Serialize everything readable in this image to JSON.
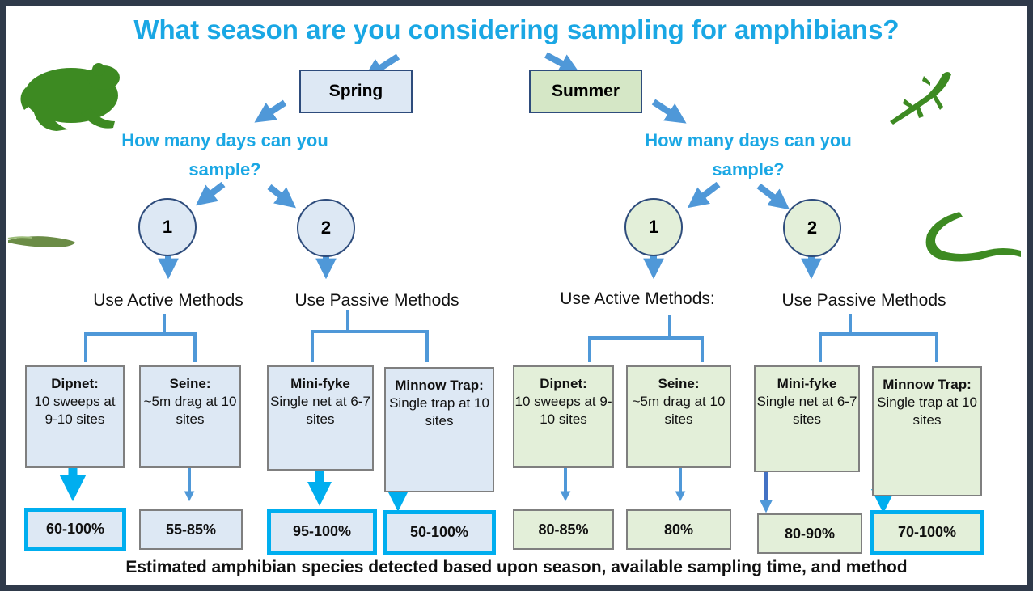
{
  "title": "What season are you considering sampling for amphibians?",
  "colors": {
    "accent": "#1aa7e4",
    "spring_fill": "#dde8f4",
    "summer_fill": "#d5e7c6",
    "highlight_border": "#00aeef",
    "connector": "#4f98d8",
    "animal": "#3d8a22"
  },
  "spring": {
    "label": "Spring",
    "question": "How many days can you sample?",
    "day1": {
      "label": "1",
      "methods_heading": "Use Active Methods"
    },
    "day2": {
      "label": "2",
      "methods_heading": "Use Passive Methods"
    },
    "methods": [
      {
        "name": "Dipnet:",
        "desc": "10 sweeps at 9-10 sites",
        "result": "60-100%",
        "highlight": true
      },
      {
        "name": "Seine:",
        "desc": "~5m drag at 10 sites",
        "result": "55-85%",
        "highlight": false
      },
      {
        "name": "Mini-fyke",
        "desc": "Single net at 6-7 sites",
        "result": "95-100%",
        "highlight": true
      },
      {
        "name": "Minnow Trap:",
        "desc": "Single trap at 10 sites",
        "result": "50-100%",
        "highlight": true
      }
    ]
  },
  "summer": {
    "label": "Summer",
    "question": "How many days can you sample?",
    "day1": {
      "label": "1",
      "methods_heading": "Use Active Methods:"
    },
    "day2": {
      "label": "2",
      "methods_heading": "Use Passive Methods"
    },
    "methods": [
      {
        "name": "Dipnet:",
        "desc": "10 sweeps at 9-10 sites",
        "result": "80-85%",
        "highlight": false
      },
      {
        "name": "Seine:",
        "desc": "~5m drag at 10 sites",
        "result": "80%",
        "highlight": false
      },
      {
        "name": "Mini-fyke",
        "desc": "Single net at 6-7 sites",
        "result": "80-90%",
        "highlight": false
      },
      {
        "name": "Minnow Trap:",
        "desc": "Single trap at 10 sites",
        "result": "70-100%",
        "highlight": true
      }
    ]
  },
  "footer": "Estimated amphibian  species detected based upon season, available sampling time, and method",
  "icons": [
    "frog-icon",
    "tadpole-icon",
    "salamander-icon",
    "newt-icon"
  ]
}
